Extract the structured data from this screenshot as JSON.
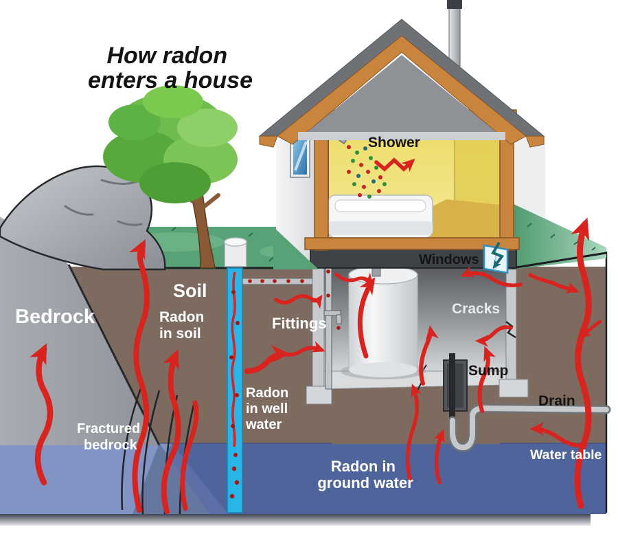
{
  "title": {
    "lines": [
      "How radon",
      "enters a house"
    ]
  },
  "labels": {
    "bedrock": "Bedrock",
    "soil": "Soil",
    "radon_in_soil": [
      "Radon",
      "in soil"
    ],
    "fractured_bedrock": [
      "Fractured",
      "bedrock"
    ],
    "radon_in_well_water": [
      "Radon",
      "in well",
      "water"
    ],
    "fittings": "Fittings",
    "shower": "Shower",
    "windows": "Windows",
    "cracks": "Cracks",
    "sump": "Sump",
    "drain": "Drain",
    "radon_in_ground_water": [
      "Radon in",
      "ground water"
    ],
    "water_table": "Water table"
  },
  "colors": {
    "radon_arrow_red": "#d8231e",
    "soil_brown": "#7d6b60",
    "grass_green": "#57a276",
    "bedrock_gray": "#9fa2a8",
    "water_table_blue": "#4f649b",
    "shallow_water_blue": "#8294c4",
    "well_cyan": "#2ab5e8",
    "roof_gray": "#6e7176",
    "wood_trim_orange": "#c9843e",
    "room_yellow": "#eede6a",
    "label_text_light": "#ffffff",
    "label_text_dark": "#141414"
  },
  "icons": [
    "tree-icon",
    "boulder-icon",
    "well-cap-icon",
    "shower-head-icon",
    "bathtub-icon",
    "water-heater-icon",
    "sump-pump-icon",
    "drain-pipe-icon",
    "basement-window-icon",
    "vent-pipe-icon",
    "radon-arrow-icon"
  ]
}
